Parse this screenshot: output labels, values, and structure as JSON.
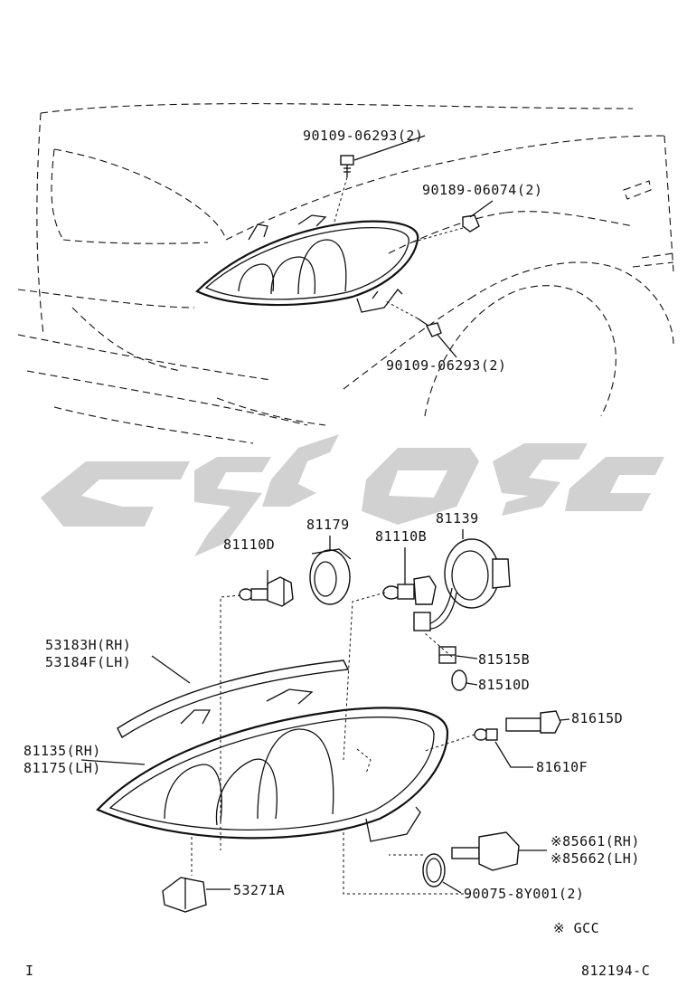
{
  "labels": {
    "bolt_top": "90109-06293(2)",
    "clip_top": "90189-06074(2)",
    "bolt_lower": "90109-06293(2)",
    "ring": "81179",
    "bulb_d": "81110D",
    "bulb_b": "81110B",
    "harness": "81139",
    "socket_b": "81515B",
    "bulb_small_d": "81510D",
    "socket_side": "81615D",
    "bulb_side": "81610F",
    "seal_rh": "53183H(RH)",
    "seal_lh": "53184F(LH)",
    "unit_rh": "81135(RH)",
    "unit_lh": "81175(LH)",
    "bracket": "53271A",
    "leveler_rh": "※85661(RH)",
    "leveler_lh": "※85662(LH)",
    "oring": "90075-8Y001(2)",
    "note": "※ GCC",
    "page_mark": "I",
    "diagram_code": "812194-C"
  },
  "colors": {
    "line": "#111111",
    "watermark": "#c9c9c9"
  }
}
